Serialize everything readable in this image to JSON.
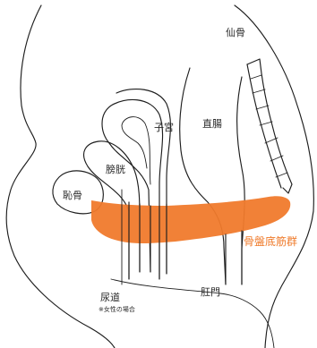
{
  "labels": {
    "sacrum": "仙骨",
    "uterus": "子宮",
    "rectum": "直腸",
    "bladder": "膀胱",
    "pubic_bone": "恥骨",
    "pelvic_floor": "骨盤底筋群",
    "urethra": "尿道",
    "urethra_note": "※女性の場合",
    "anus": "肛門"
  },
  "colors": {
    "muscle": "#f07a2c",
    "muscle_label": "#ef7a2a",
    "ink": "#1e1e1e"
  }
}
